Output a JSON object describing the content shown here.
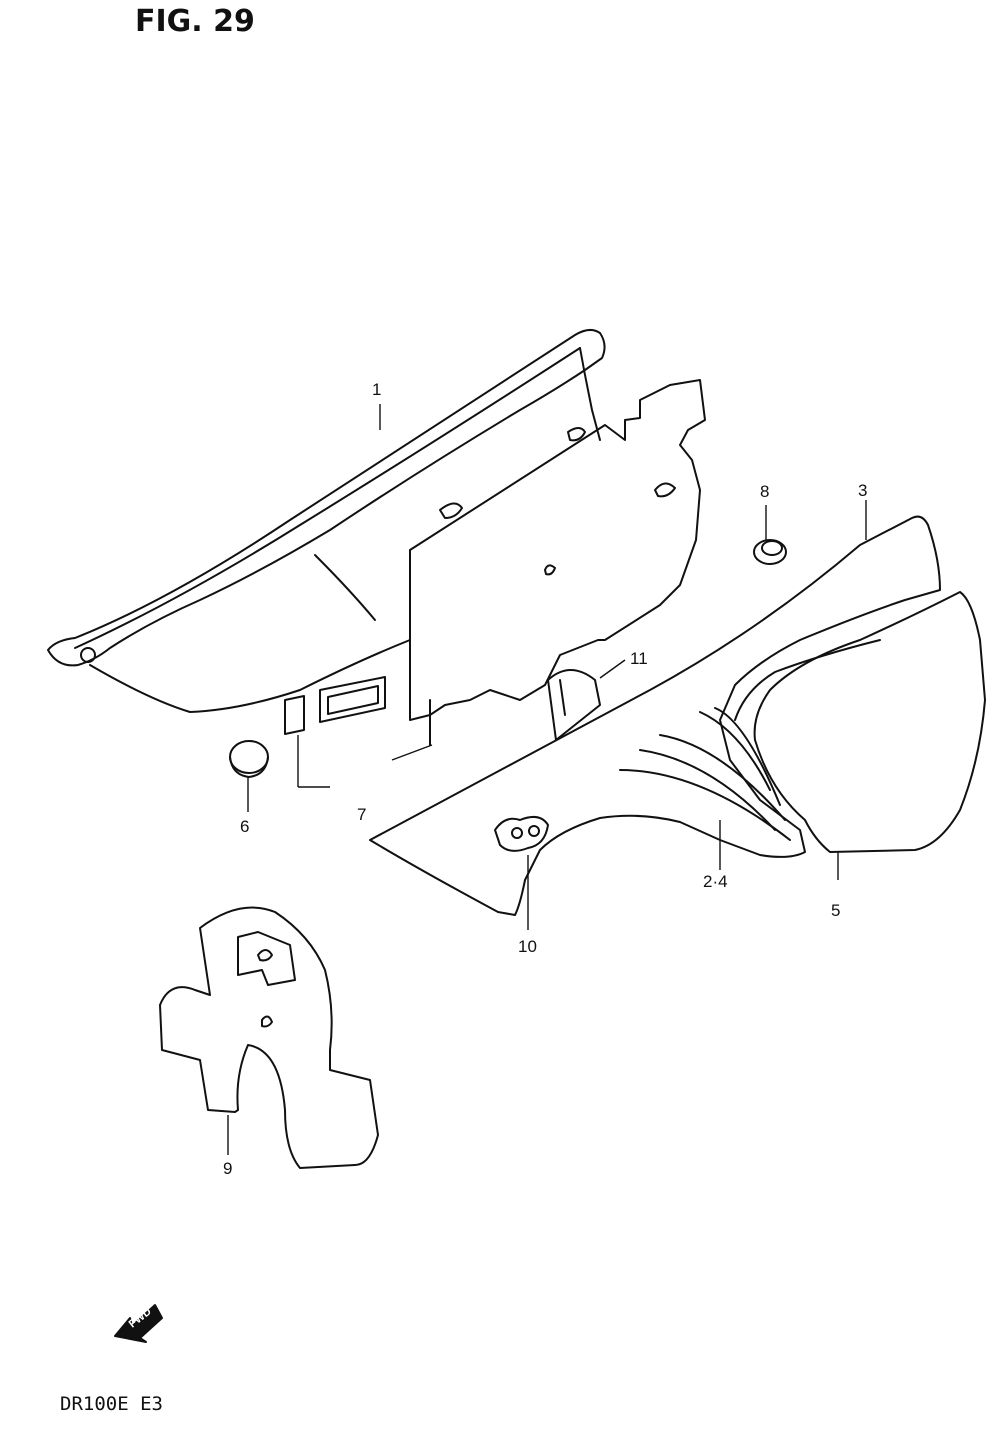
{
  "figure": {
    "title": "FIG. 29",
    "model": "DR100E  E3",
    "fwd_arrow_label": "FWD"
  },
  "callouts": {
    "c1": "1",
    "c24": "2·4",
    "c3": "3",
    "c5": "5",
    "c6": "6",
    "c7": "7",
    "c8": "8",
    "c9": "9",
    "c10": "10",
    "c11": "11"
  },
  "colors": {
    "ink": "#111111",
    "paper": "#ffffff"
  }
}
